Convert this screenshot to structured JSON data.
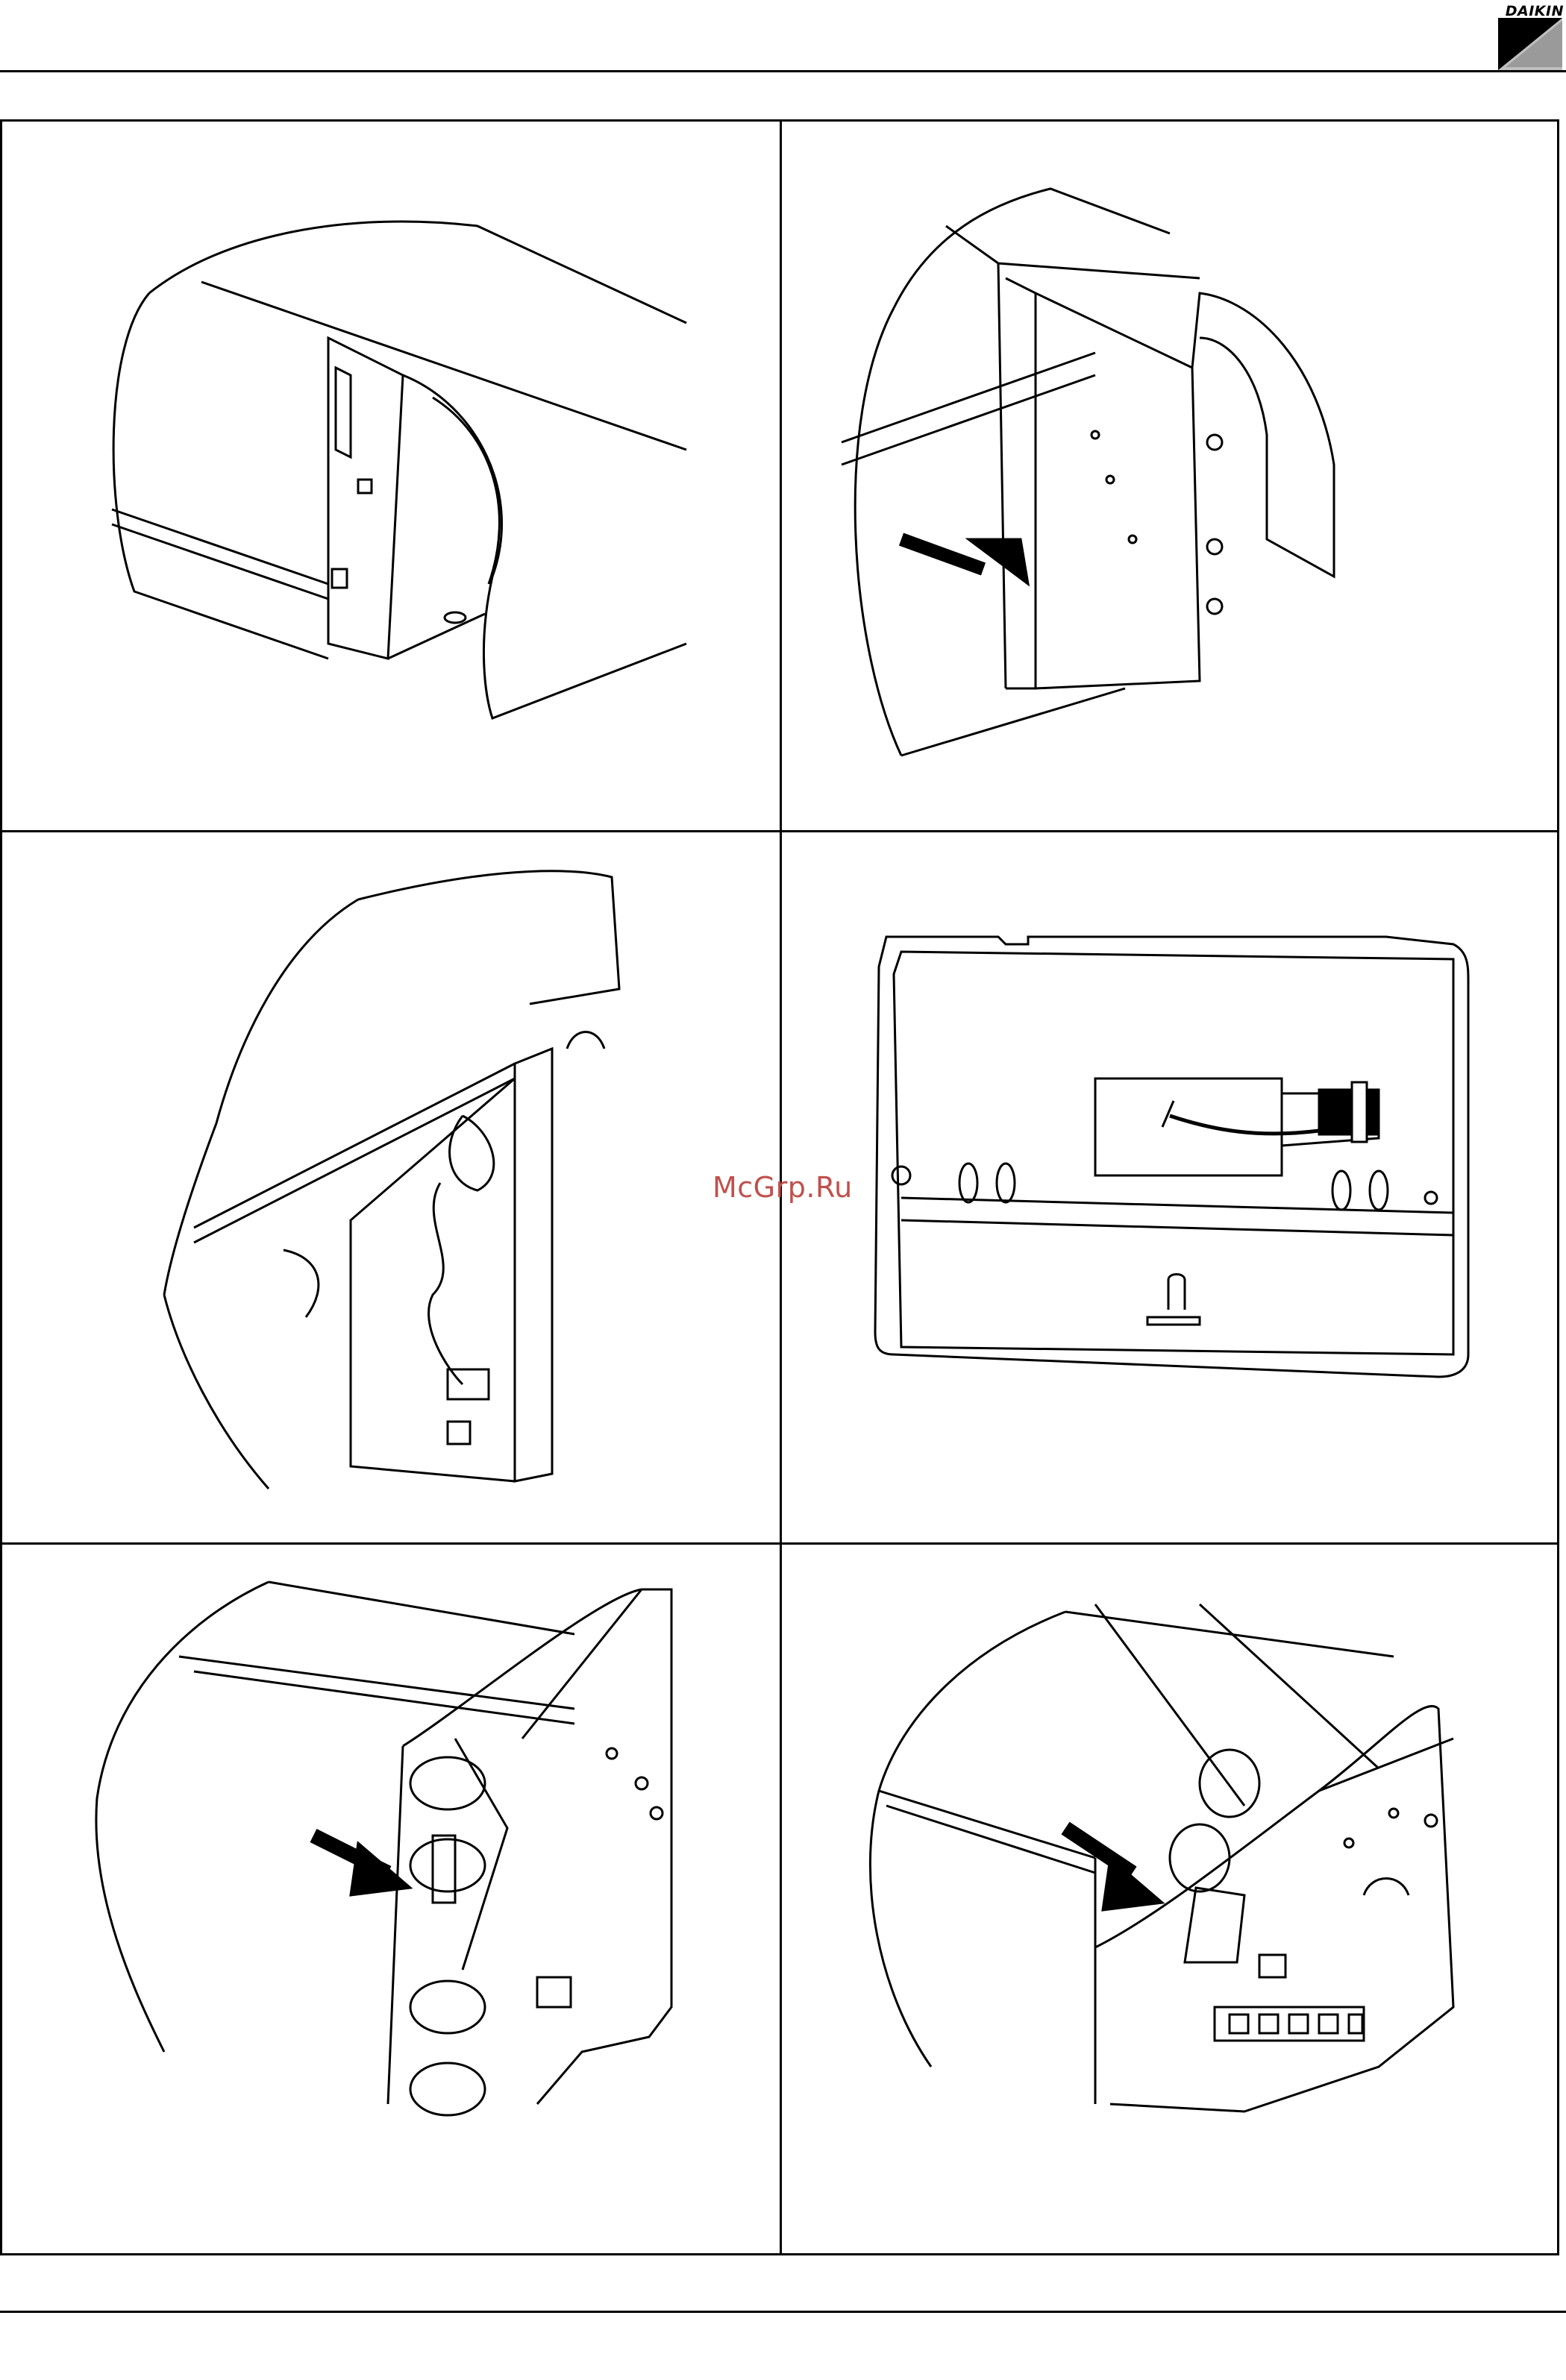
{
  "brand": {
    "logo_text": "DAIKIN"
  },
  "watermark": {
    "text": "McGrp.Ru"
  },
  "figures": [
    {
      "id": "fig-1",
      "icon": "side-panel-removal-drawing"
    },
    {
      "id": "fig-2",
      "icon": "side-panel-open-arrow-drawing"
    },
    {
      "id": "fig-3",
      "icon": "control-box-wiring-drawing"
    },
    {
      "id": "fig-4",
      "icon": "terminal-cover-drawing"
    },
    {
      "id": "fig-5",
      "icon": "sensor-location-arrow-drawing"
    },
    {
      "id": "fig-6",
      "icon": "sensor-location-terminal-drawing"
    }
  ],
  "colors": {
    "line": "#000000",
    "watermark": "#c0504d"
  }
}
